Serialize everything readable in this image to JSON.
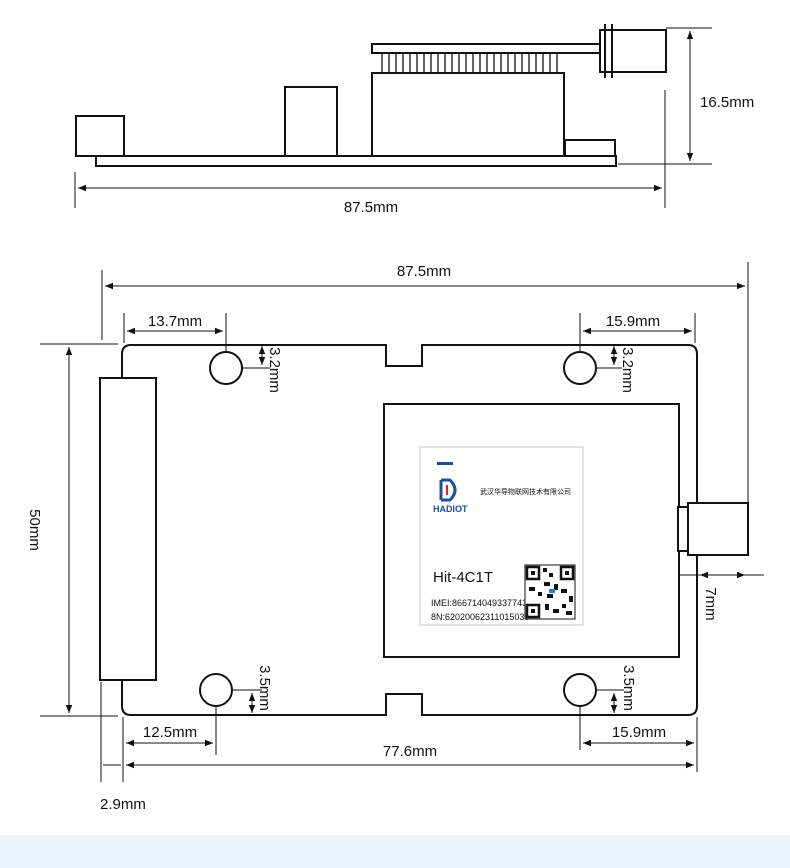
{
  "side_view": {
    "length_label": "87.5mm",
    "height_label": "16.5mm"
  },
  "top_view": {
    "length_label": "87.5mm",
    "width_label": "50mm",
    "hole_top_left_x": "13.7mm",
    "hole_top_left_y": "3.2mm",
    "hole_top_right_x": "15.9mm",
    "hole_top_right_y": "3.2mm",
    "hole_bottom_left_x": "12.5mm",
    "hole_bottom_left_y": "3.5mm",
    "hole_bottom_right_x": "15.9mm",
    "hole_bottom_right_y": "3.5mm",
    "hole_span": "77.6mm",
    "connector_offset": "2.9mm",
    "antenna_offset": "7mm"
  },
  "module_label": {
    "brand": "HADIOT",
    "company": "武汉华导物联网技术有限公司",
    "model": "Hit-4C1T",
    "imei": "IMEI:866714049337743",
    "sn": "8N:62020062311015039"
  },
  "colors": {
    "line": "#111111",
    "brand_blue": "#1d4fa0",
    "band": "#eaf2fb"
  },
  "icons": [
    "hadiot-logo-icon",
    "qr-code-icon",
    "arrow-head-icon"
  ]
}
